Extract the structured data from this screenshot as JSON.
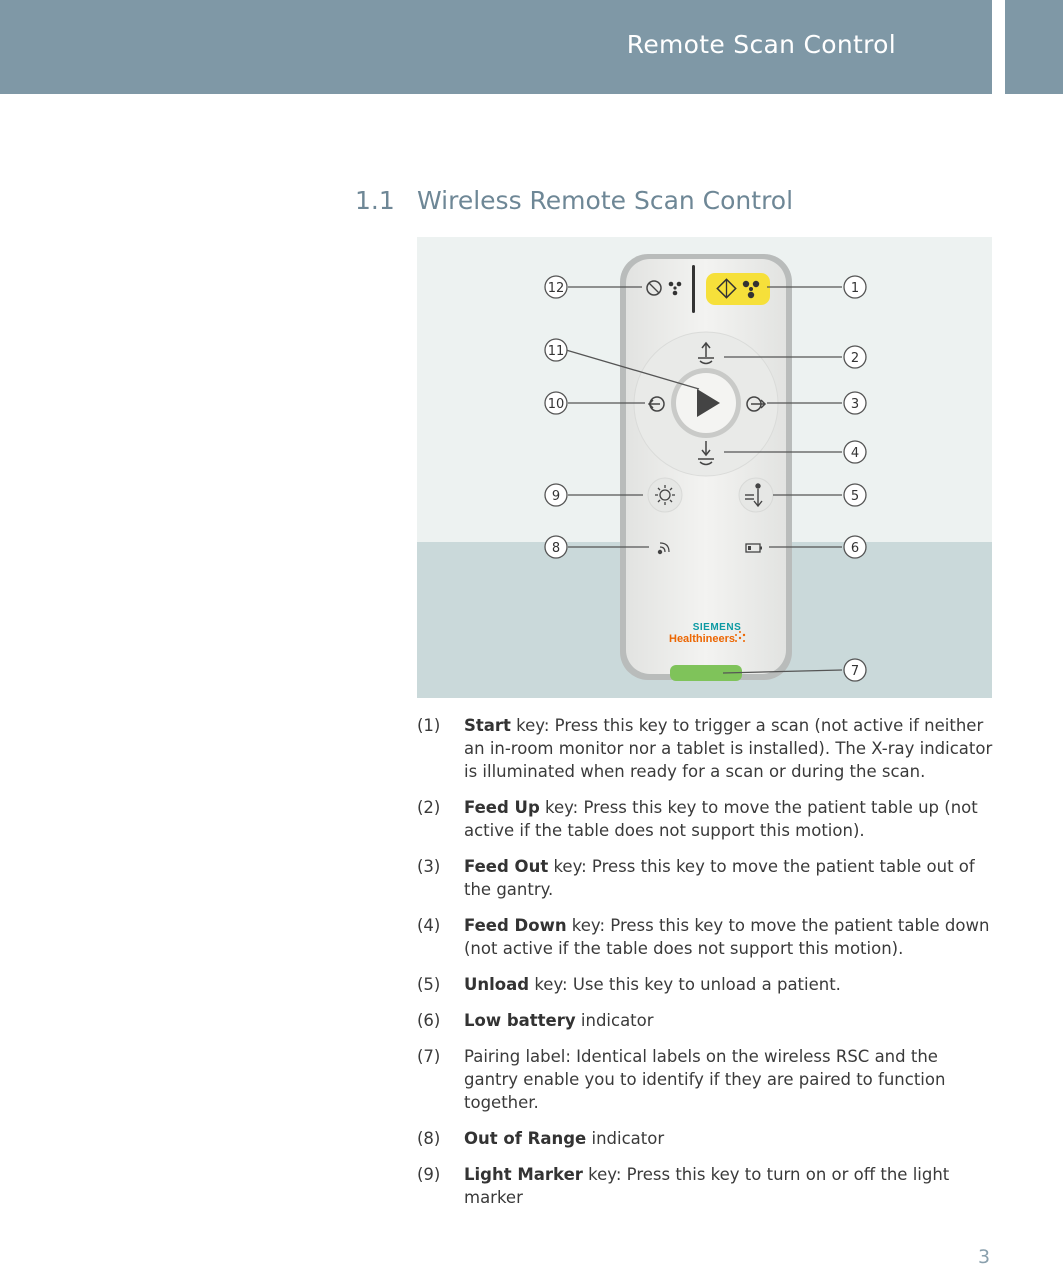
{
  "header": {
    "title": "Remote Scan Control"
  },
  "section": {
    "number": "1.1",
    "title": "Wireless Remote Scan Control"
  },
  "figure": {
    "callouts": [
      "12",
      "1",
      "11",
      "2",
      "10",
      "3",
      "4",
      "9",
      "5",
      "8",
      "6",
      "7"
    ],
    "logo": {
      "line1": "SIEMENS",
      "line2": "Healthineers"
    },
    "colors": {
      "start_key": "#f6e03a",
      "pairing_label": "#7fc35a",
      "bg_light": "#edf2f1",
      "bg_dark": "#cad9da"
    }
  },
  "items": [
    {
      "num": "(1)",
      "bold": "Start",
      "text": " key: Press this key to trigger a scan (not active if neither an in-room monitor nor a tablet is installed). The X-ray indicator is illuminated when ready for a scan or during the scan."
    },
    {
      "num": "(2)",
      "bold": "Feed Up",
      "text": " key: Press this key to move the patient table up (not active if the table does not support this motion)."
    },
    {
      "num": "(3)",
      "bold": "Feed Out",
      "text": " key: Press this key to move the patient table out of the gantry."
    },
    {
      "num": "(4)",
      "bold": "Feed Down",
      "text": " key: Press this key to move the patient table down (not active if the table does not support this motion)."
    },
    {
      "num": "(5)",
      "bold": "Unload",
      "text": " key: Use this key to unload a patient."
    },
    {
      "num": "(6)",
      "bold": "Low battery",
      "text": " indicator"
    },
    {
      "num": "(7)",
      "bold": "",
      "text": "Pairing label: Identical labels on the wireless RSC and the gantry enable you to identify if they are paired to function together."
    },
    {
      "num": "(8)",
      "bold": "Out of Range",
      "text": " indicator"
    },
    {
      "num": "(9)",
      "bold": "Light Marker",
      "text": " key: Press this key to turn on or off the light marker"
    }
  ],
  "page_number": "3"
}
